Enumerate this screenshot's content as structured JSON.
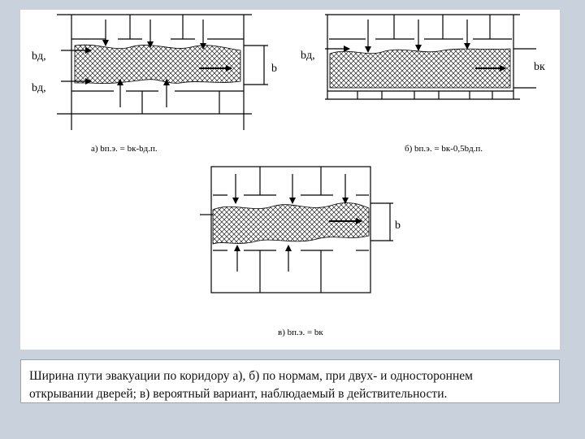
{
  "diagram_a": {
    "label_bd_top": "bд,",
    "label_bd_bottom": "bд,",
    "label_b": "b",
    "caption": "а) bп.э. = bк-bд.п."
  },
  "diagram_b": {
    "label_bd": "bд,",
    "label_bk": "bк",
    "caption": "б) bп.э. = bк-0,5bд.п."
  },
  "diagram_c": {
    "label_b": "b",
    "caption": "в) bп.э. = bк"
  },
  "caption": {
    "line1": "Ширина пути эвакуации по коридору а), б) по нормам, при двух- и одностороннем",
    "line2": "открывании дверей; в) вероятный вариант, наблюдаемый в действительности."
  }
}
